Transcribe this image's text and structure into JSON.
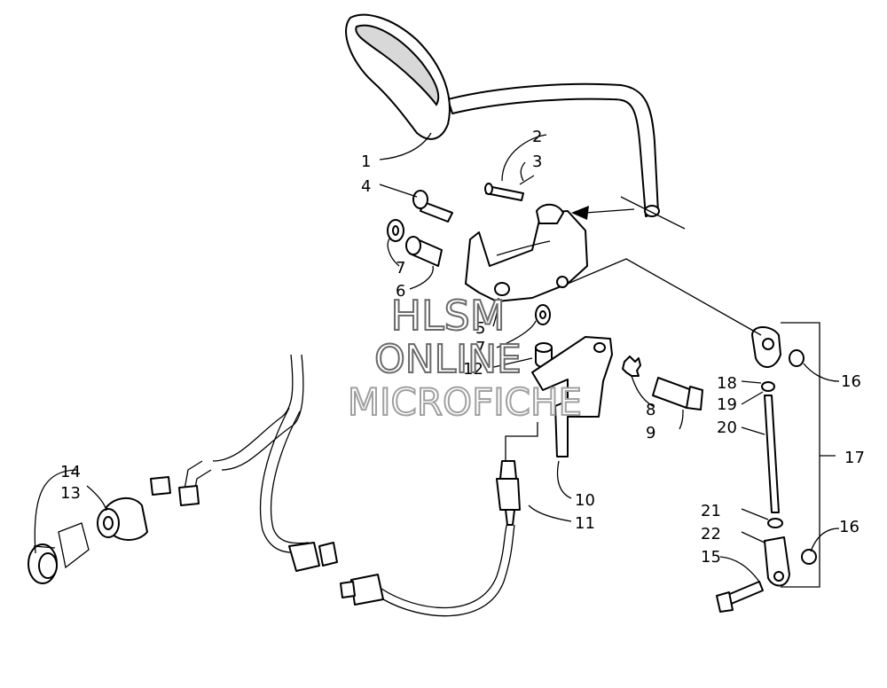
{
  "callouts": {
    "c1": "1",
    "c2": "2",
    "c3": "3",
    "c4": "4",
    "c5": "5",
    "c6": "6",
    "c7a": "7",
    "c7b": "7",
    "c8": "8",
    "c9": "9",
    "c10": "10",
    "c11": "11",
    "c12": "12",
    "c13": "13",
    "c14": "14",
    "c15": "15",
    "c16a": "16",
    "c16b": "16",
    "c17": "17",
    "c18": "18",
    "c19": "19",
    "c20": "20",
    "c21": "21",
    "c22": "22"
  },
  "watermark": {
    "line1": "HLSM",
    "line2": "ONLINE",
    "line3": "MICROFICHE"
  },
  "colors": {
    "line": "#000000",
    "background": "#ffffff",
    "watermark": "#6a6a6a"
  }
}
